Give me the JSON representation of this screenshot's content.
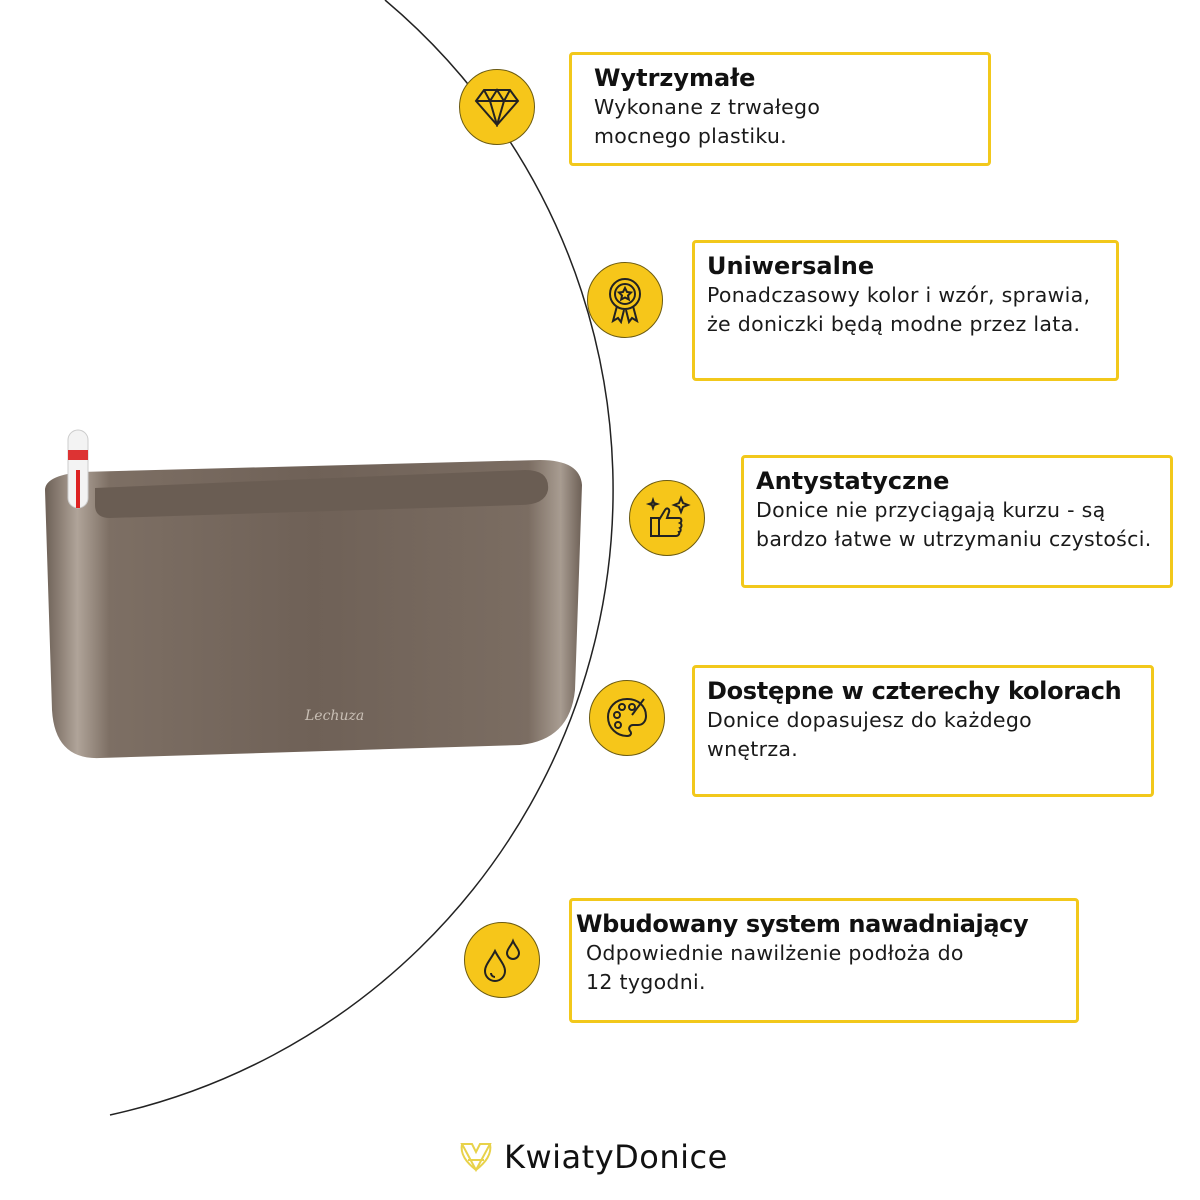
{
  "features": [
    {
      "title": "Wytrzymałe",
      "text": "Wykonane z trwałego mocnego plastiku.",
      "icon": "diamond-icon"
    },
    {
      "title": "Uniwersalne",
      "text": "Ponadczasowy kolor i wzór, sprawia, że doniczki będą modne przez lata.",
      "icon": "award-ribbon-icon"
    },
    {
      "title": "Antystatyczne",
      "text": "Donice nie przyciągają kurzu - są bardzo łatwe w utrzymaniu czystości.",
      "icon": "thumbs-up-sparkle-icon"
    },
    {
      "title": "Dostępne w czterechy kolorach",
      "text": "Donice dopasujesz do każdego wnętrza.",
      "icon": "palette-icon"
    },
    {
      "title": "Wbudowany system nawadniający",
      "text": "Odpowiednie nawilżenie podłoża do 12 tygodni.",
      "icon": "water-drops-icon"
    }
  ],
  "brand": {
    "name": "KwiatyDonice"
  },
  "product": {
    "signature": "Lechuza"
  },
  "colors": {
    "accent": "#f6c61a",
    "border": "#f2c81b",
    "planter": "#7d6e63"
  }
}
